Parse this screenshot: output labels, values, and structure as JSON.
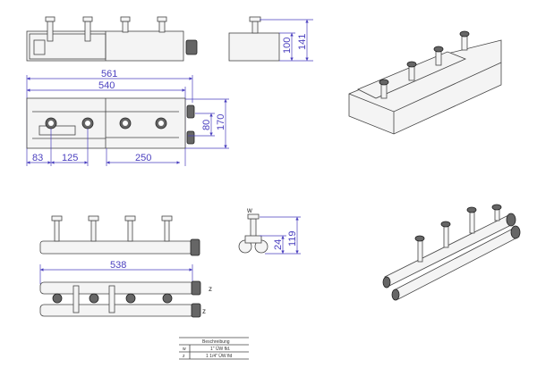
{
  "dimensions": {
    "overall_length": "561",
    "body_length": "540",
    "side_height_body": "100",
    "side_height_total": "141",
    "depth_spacing": "80",
    "depth_total": "170",
    "offset_first": "83",
    "pipe_spacing": "125",
    "pair_spacing": "250",
    "manifold_length": "538",
    "w_offset": "24",
    "w_height": "119"
  },
  "labels": {
    "w": "w",
    "z1": "z",
    "z2": "z"
  },
  "table": {
    "header": "Beschreibung",
    "rows": [
      {
        "key": "w",
        "value": "1\" ÜW fld."
      },
      {
        "key": "z",
        "value": "1 1/4\" ÜW fld"
      }
    ]
  },
  "colors": {
    "dimension": "#4a3fbf",
    "line": "#444444"
  }
}
